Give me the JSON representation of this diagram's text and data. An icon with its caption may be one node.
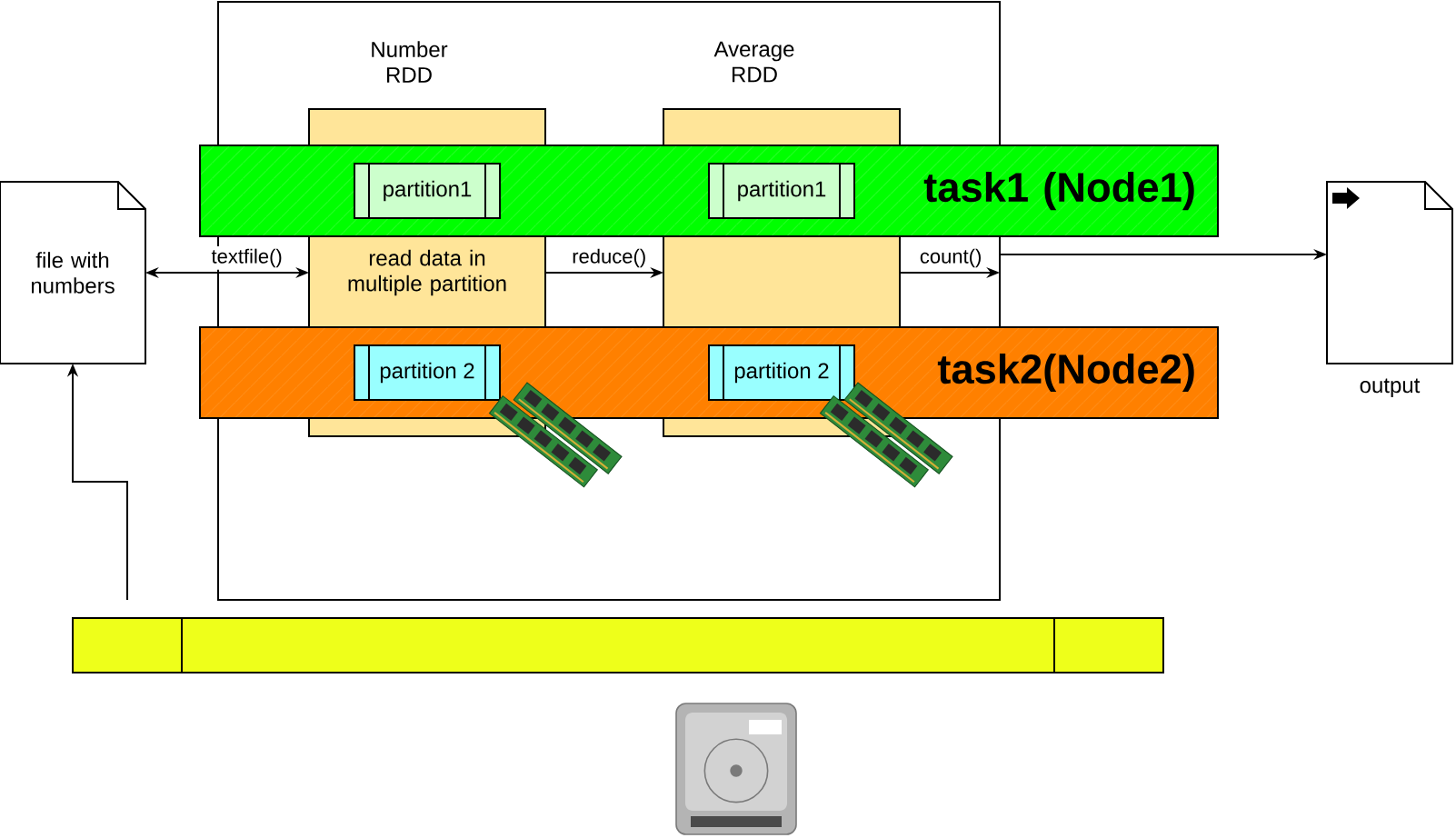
{
  "diagram": {
    "nodes": [
      {
        "text": [],
        "shape": "box"
      },
      {
        "text": [
          "Number RDD",
          "read data in multiple partition"
        ],
        "in": 0
      },
      {
        "text": [
          "Average RDD"
        ],
        "in": 0
      },
      {
        "text": [
          "task1 (Node1)"
        ]
      },
      {
        "text": [
          "partition1"
        ]
      },
      {
        "text": [
          "partition1"
        ]
      },
      {
        "text": [
          "file with numbers"
        ]
      },
      {
        "text": [],
        "shape": "document",
        "beside": [
          "output"
        ]
      },
      {
        "text": [
          "task2(Node2)"
        ]
      },
      {
        "text": [
          "partition 2"
        ]
      },
      {
        "text": [
          "partition 2"
        ]
      },
      {
        "text": [],
        "shape": "bar"
      }
    ],
    "edges": [
      {
        "from": 6,
        "to": 1,
        "arrow": "both",
        "label": "textfile()"
      },
      {
        "from": 1,
        "to": 2,
        "arrow": "to",
        "label": "reduce()"
      },
      {
        "from": 2,
        "to": 0,
        "arrow": "to",
        "label": "count()"
      },
      {
        "from": 0,
        "to": 7,
        "arrow": "to"
      },
      {
        "from": 11,
        "to": 6,
        "arrow": "to"
      }
    ]
  }
}
